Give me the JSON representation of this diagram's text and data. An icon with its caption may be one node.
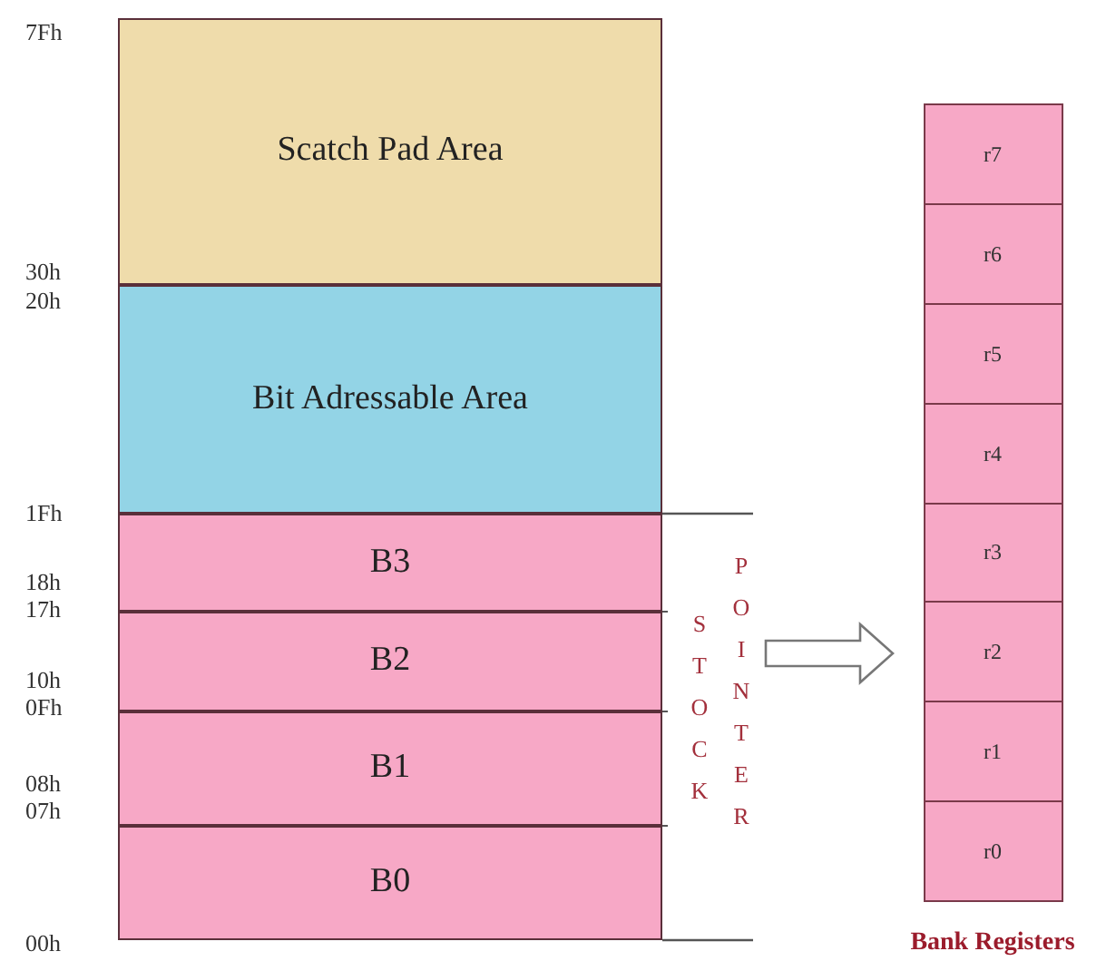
{
  "diagram": {
    "nodes": [
      {
        "text": [
          "Scatch Pad Area"
        ]
      },
      {
        "text": [
          "Bit Adressable Area"
        ]
      },
      {
        "text": [
          "B3"
        ]
      },
      {
        "text": [
          "B2"
        ]
      },
      {
        "text": [
          "B1"
        ]
      },
      {
        "text": [
          "B0"
        ]
      },
      {
        "text": [
          "STOCK",
          "POINTER"
        ]
      },
      {
        "text": [
          "Bank Registers"
        ]
      },
      {
        "text": [
          "r7"
        ],
        "in": 7
      },
      {
        "text": [
          "r6"
        ],
        "in": 7
      },
      {
        "text": [
          "r5"
        ],
        "in": 7
      },
      {
        "text": [
          "r4"
        ],
        "in": 7
      },
      {
        "text": [
          "r3"
        ],
        "in": 7
      },
      {
        "text": [
          "r2"
        ],
        "in": 7
      },
      {
        "text": [
          "r1"
        ],
        "in": 7
      },
      {
        "text": [
          "r0"
        ],
        "in": 7
      }
    ],
    "edges": [
      {
        "from": 6,
        "to": 7,
        "arrow": "to"
      }
    ],
    "labels": [
      "7Fh",
      "30h",
      "20h",
      "1Fh",
      "18h",
      "17h",
      "10h",
      "0Fh",
      "08h",
      "07h",
      "00h"
    ]
  }
}
